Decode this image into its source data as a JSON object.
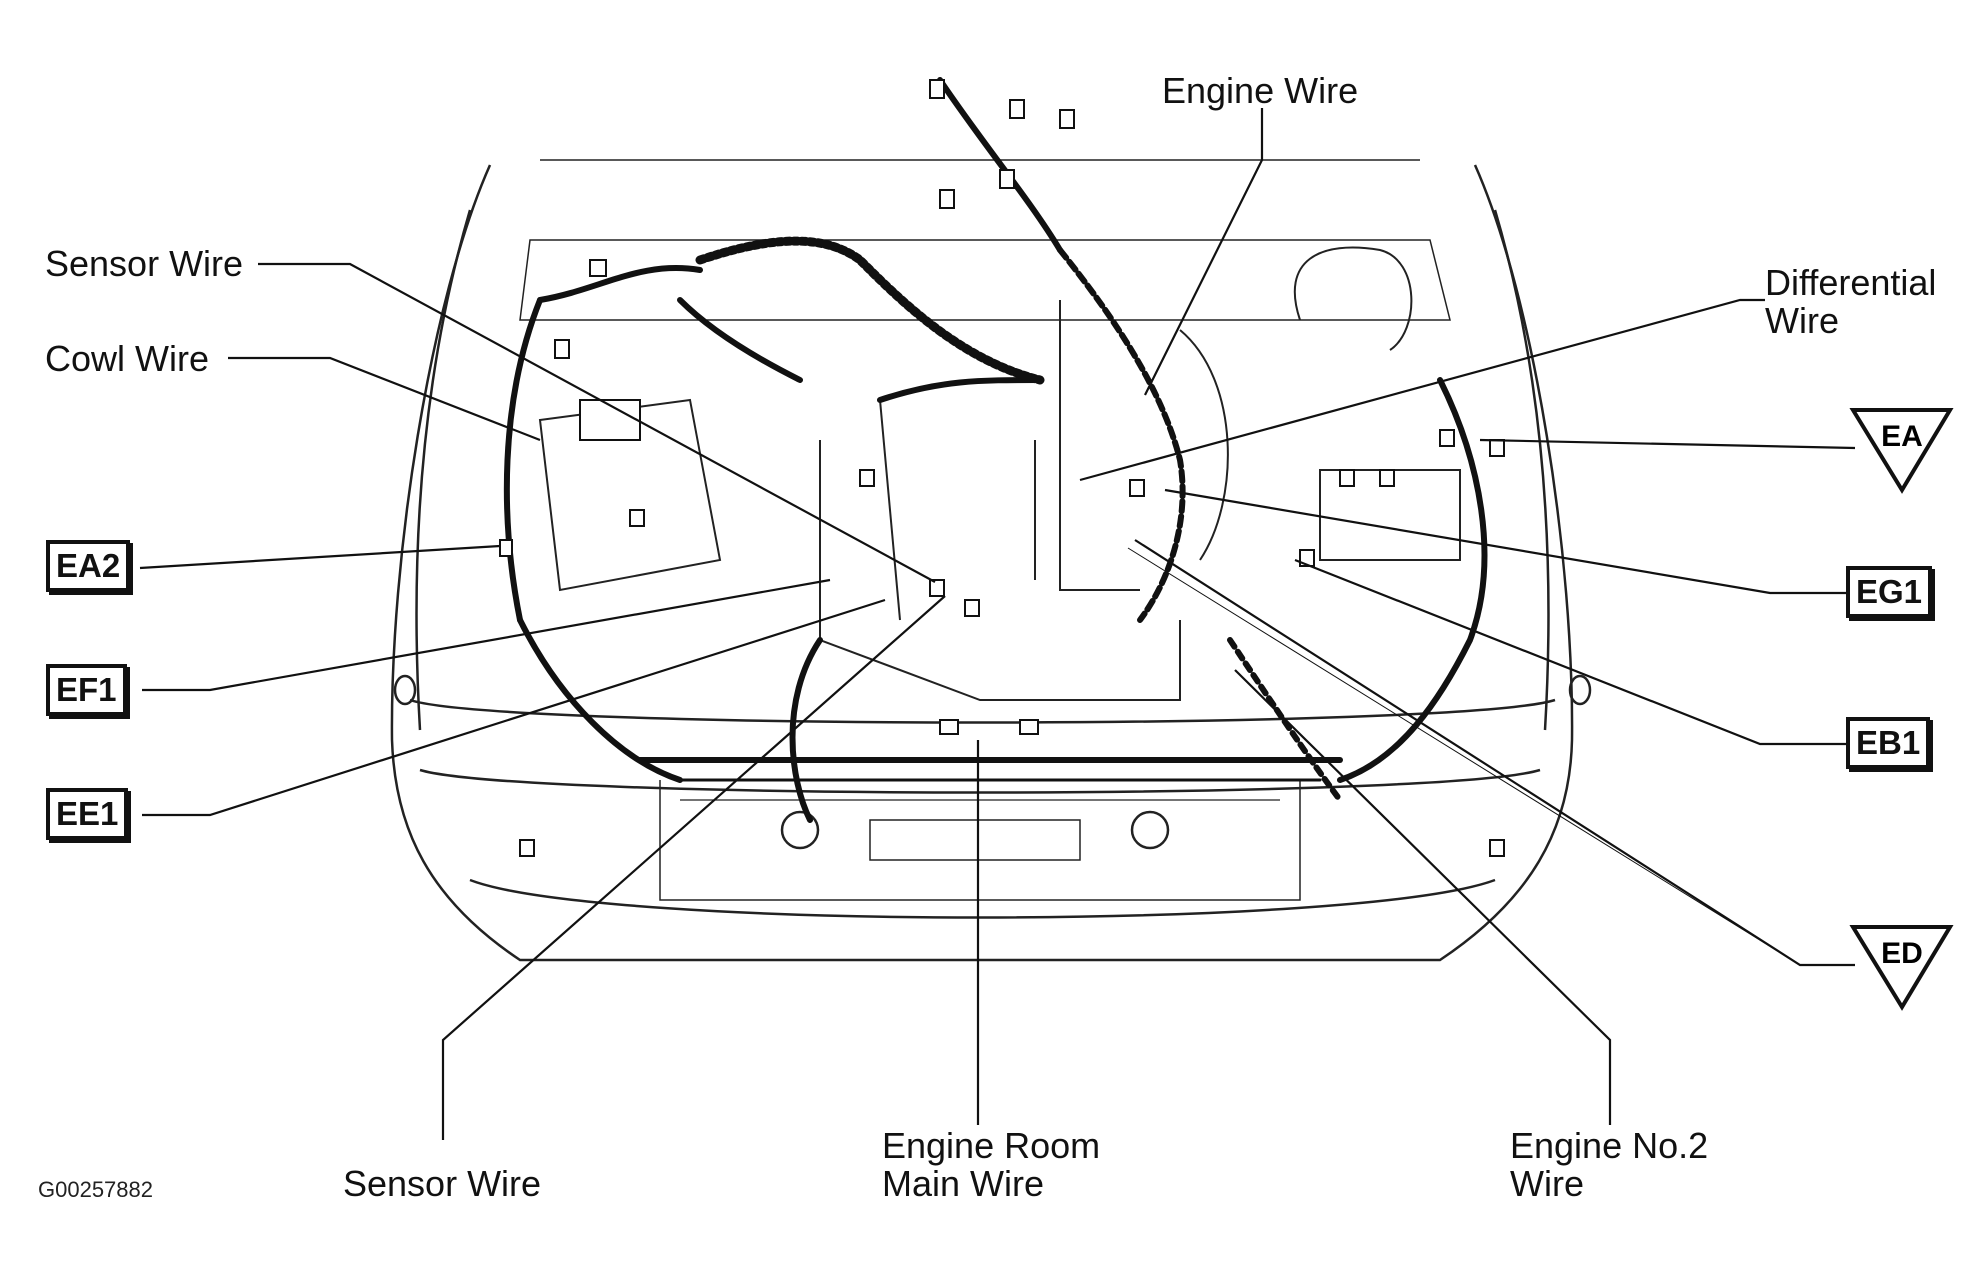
{
  "figure_code": "G00257882",
  "labels": {
    "sensor_wire_top": "Sensor Wire",
    "cowl_wire": "Cowl Wire",
    "engine_wire": "Engine Wire",
    "differential_wire_l1": "Differential",
    "differential_wire_l2": "Wire",
    "sensor_wire_bottom": "Sensor Wire",
    "engine_room_main_l1": "Engine Room",
    "engine_room_main_l2": "Main Wire",
    "engine_no2_l1": "Engine No.2",
    "engine_no2_l2": "Wire"
  },
  "connectors": {
    "ea2": "EA2",
    "ef1": "EF1",
    "ee1": "EE1",
    "eg1": "EG1",
    "eb1": "EB1"
  },
  "ground_points": {
    "ea": "EA",
    "ed": "ED"
  }
}
